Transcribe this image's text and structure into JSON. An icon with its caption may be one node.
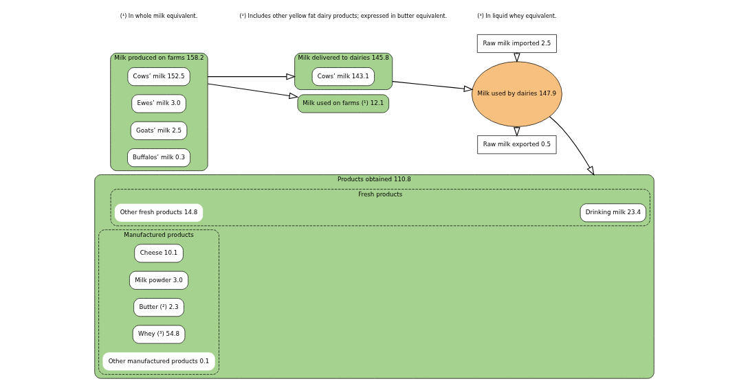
{
  "diagram": {
    "nodes": [
      {
        "text": [
          "Milk produced on farms 158.2"
        ]
      },
      {
        "text": [
          "Cows’ milk 152.5"
        ],
        "in": 0
      },
      {
        "text": [
          "Ewes’ milk 3.0"
        ],
        "in": 0
      },
      {
        "text": [
          "Goats’ milk 2.5"
        ],
        "in": 0
      },
      {
        "text": [
          "Buffalos’ milk 0.3"
        ],
        "in": 0
      },
      {
        "text": [
          "Milk used on farms (¹) 12.1"
        ]
      },
      {
        "text": [
          "Milk delivered to dairies 145.8"
        ]
      },
      {
        "text": [
          "Cows’ milk 143.1"
        ],
        "in": 6
      },
      {
        "text": [
          "Raw milk imported 2.5"
        ]
      },
      {
        "text": [
          "Milk used by dairies 147.9"
        ]
      },
      {
        "text": [
          "Raw milk exported 0.5"
        ]
      },
      {
        "text": [
          "Products obtained 110.8"
        ]
      },
      {
        "text": [
          "Fresh products"
        ],
        "in": 11
      },
      {
        "text": [
          "Drinking milk 23.4"
        ],
        "in": 12
      },
      {
        "text": [
          "Other fresh products 14.8"
        ],
        "in": 12
      },
      {
        "text": [
          "Manufactured products"
        ],
        "in": 11
      },
      {
        "text": [
          "Cheese 10.1"
        ],
        "in": 15
      },
      {
        "text": [
          "Milk powder 3.0"
        ],
        "in": 15
      },
      {
        "text": [
          "Butter (²) 2.3"
        ],
        "in": 15
      },
      {
        "text": [
          "Whey (³) 54.8"
        ],
        "in": 15
      },
      {
        "text": [
          "Other manufactured products 0.1"
        ],
        "in": 15
      }
    ],
    "edges": [
      {
        "from": 0,
        "to": 5,
        "arrow": "to"
      },
      {
        "from": 0,
        "to": 6,
        "arrow": "to"
      },
      {
        "from": 6,
        "to": 9,
        "arrow": "to"
      },
      {
        "from": 8,
        "to": 9,
        "arrow": "to"
      },
      {
        "from": 9,
        "to": 10,
        "arrow": "to"
      },
      {
        "from": 9,
        "to": 11,
        "arrow": "to"
      }
    ],
    "labels": [
      "(¹) In whole milk equivalent.",
      "(²) Includes other yellow fat dairy products; expressed in butter equivalent.",
      "(³) In liquid whey equivalent."
    ]
  }
}
